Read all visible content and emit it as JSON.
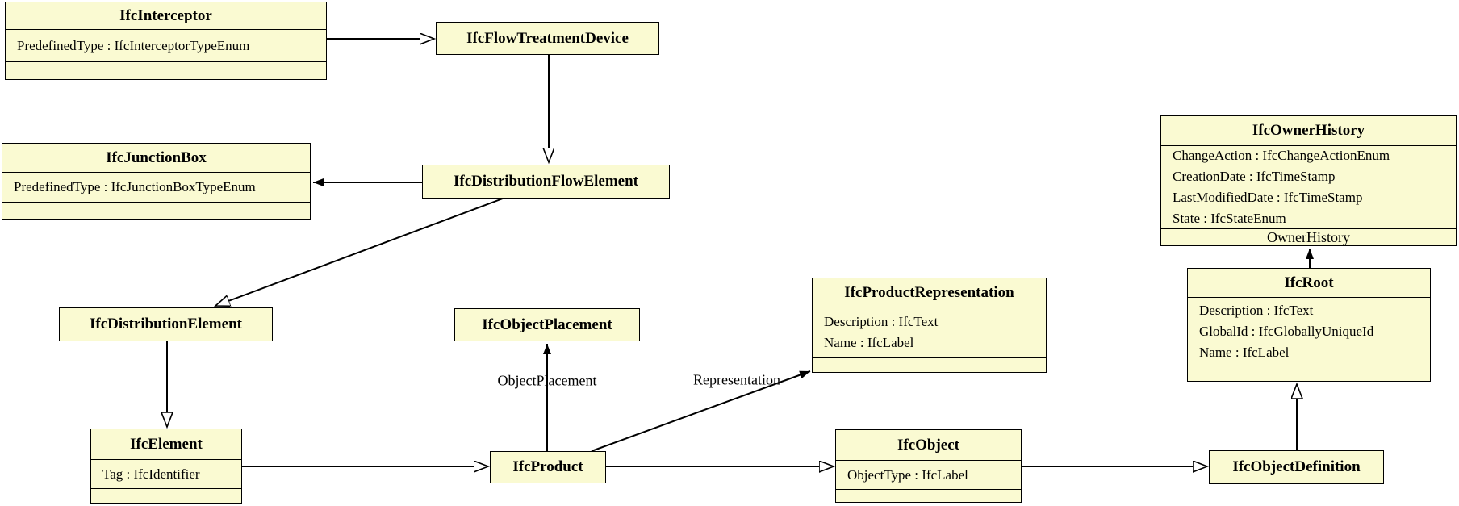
{
  "diagram": {
    "kind": "uml-class-diagram",
    "colors": {
      "node_fill": "#FAFAD2",
      "node_border": "#000000",
      "edge": "#000000",
      "background": "#ffffff"
    },
    "nodes": [
      {
        "id": "IfcInterceptor",
        "title": "IfcInterceptor",
        "attributes": [
          "PredefinedType : IfcInterceptorTypeEnum"
        ]
      },
      {
        "id": "IfcFlowTreatmentDevice",
        "title": "IfcFlowTreatmentDevice",
        "attributes": []
      },
      {
        "id": "IfcJunctionBox",
        "title": "IfcJunctionBox",
        "attributes": [
          "PredefinedType : IfcJunctionBoxTypeEnum"
        ]
      },
      {
        "id": "IfcDistributionFlowElement",
        "title": "IfcDistributionFlowElement",
        "attributes": []
      },
      {
        "id": "IfcDistributionElement",
        "title": "IfcDistributionElement",
        "attributes": []
      },
      {
        "id": "IfcObjectPlacement",
        "title": "IfcObjectPlacement",
        "attributes": []
      },
      {
        "id": "IfcProductRepresentation",
        "title": "IfcProductRepresentation",
        "attributes": [
          "Description : IfcText",
          "Name : IfcLabel"
        ]
      },
      {
        "id": "IfcOwnerHistory",
        "title": "IfcOwnerHistory",
        "attributes": [
          "ChangeAction : IfcChangeActionEnum",
          "CreationDate : IfcTimeStamp",
          "LastModifiedDate : IfcTimeStamp",
          "State : IfcStateEnum"
        ]
      },
      {
        "id": "IfcRoot",
        "title": "IfcRoot",
        "attributes": [
          "Description : IfcText",
          "GlobalId : IfcGloballyUniqueId",
          "Name : IfcLabel"
        ]
      },
      {
        "id": "IfcElement",
        "title": "IfcElement",
        "attributes": [
          "Tag : IfcIdentifier"
        ]
      },
      {
        "id": "IfcProduct",
        "title": "IfcProduct",
        "attributes": []
      },
      {
        "id": "IfcObject",
        "title": "IfcObject",
        "attributes": [
          "ObjectType : IfcLabel"
        ]
      },
      {
        "id": "IfcObjectDefinition",
        "title": "IfcObjectDefinition",
        "attributes": []
      }
    ],
    "edges": [
      {
        "from": "IfcInterceptor",
        "to": "IfcFlowTreatmentDevice",
        "type": "generalization",
        "label": ""
      },
      {
        "from": "IfcFlowTreatmentDevice",
        "to": "IfcDistributionFlowElement",
        "type": "generalization",
        "label": ""
      },
      {
        "from": "IfcDistributionFlowElement",
        "to": "IfcJunctionBox",
        "type": "association",
        "label": ""
      },
      {
        "from": "IfcDistributionFlowElement",
        "to": "IfcDistributionElement",
        "type": "generalization",
        "label": ""
      },
      {
        "from": "IfcDistributionElement",
        "to": "IfcElement",
        "type": "generalization",
        "label": ""
      },
      {
        "from": "IfcElement",
        "to": "IfcProduct",
        "type": "generalization",
        "label": ""
      },
      {
        "from": "IfcProduct",
        "to": "IfcObjectPlacement",
        "type": "association",
        "label": "ObjectPlacement"
      },
      {
        "from": "IfcProduct",
        "to": "IfcProductRepresentation",
        "type": "association",
        "label": "Representation"
      },
      {
        "from": "IfcProduct",
        "to": "IfcObject",
        "type": "generalization",
        "label": ""
      },
      {
        "from": "IfcObject",
        "to": "IfcObjectDefinition",
        "type": "generalization",
        "label": ""
      },
      {
        "from": "IfcObjectDefinition",
        "to": "IfcRoot",
        "type": "generalization",
        "label": ""
      },
      {
        "from": "IfcRoot",
        "to": "IfcOwnerHistory",
        "type": "association",
        "label": "OwnerHistory"
      }
    ]
  }
}
